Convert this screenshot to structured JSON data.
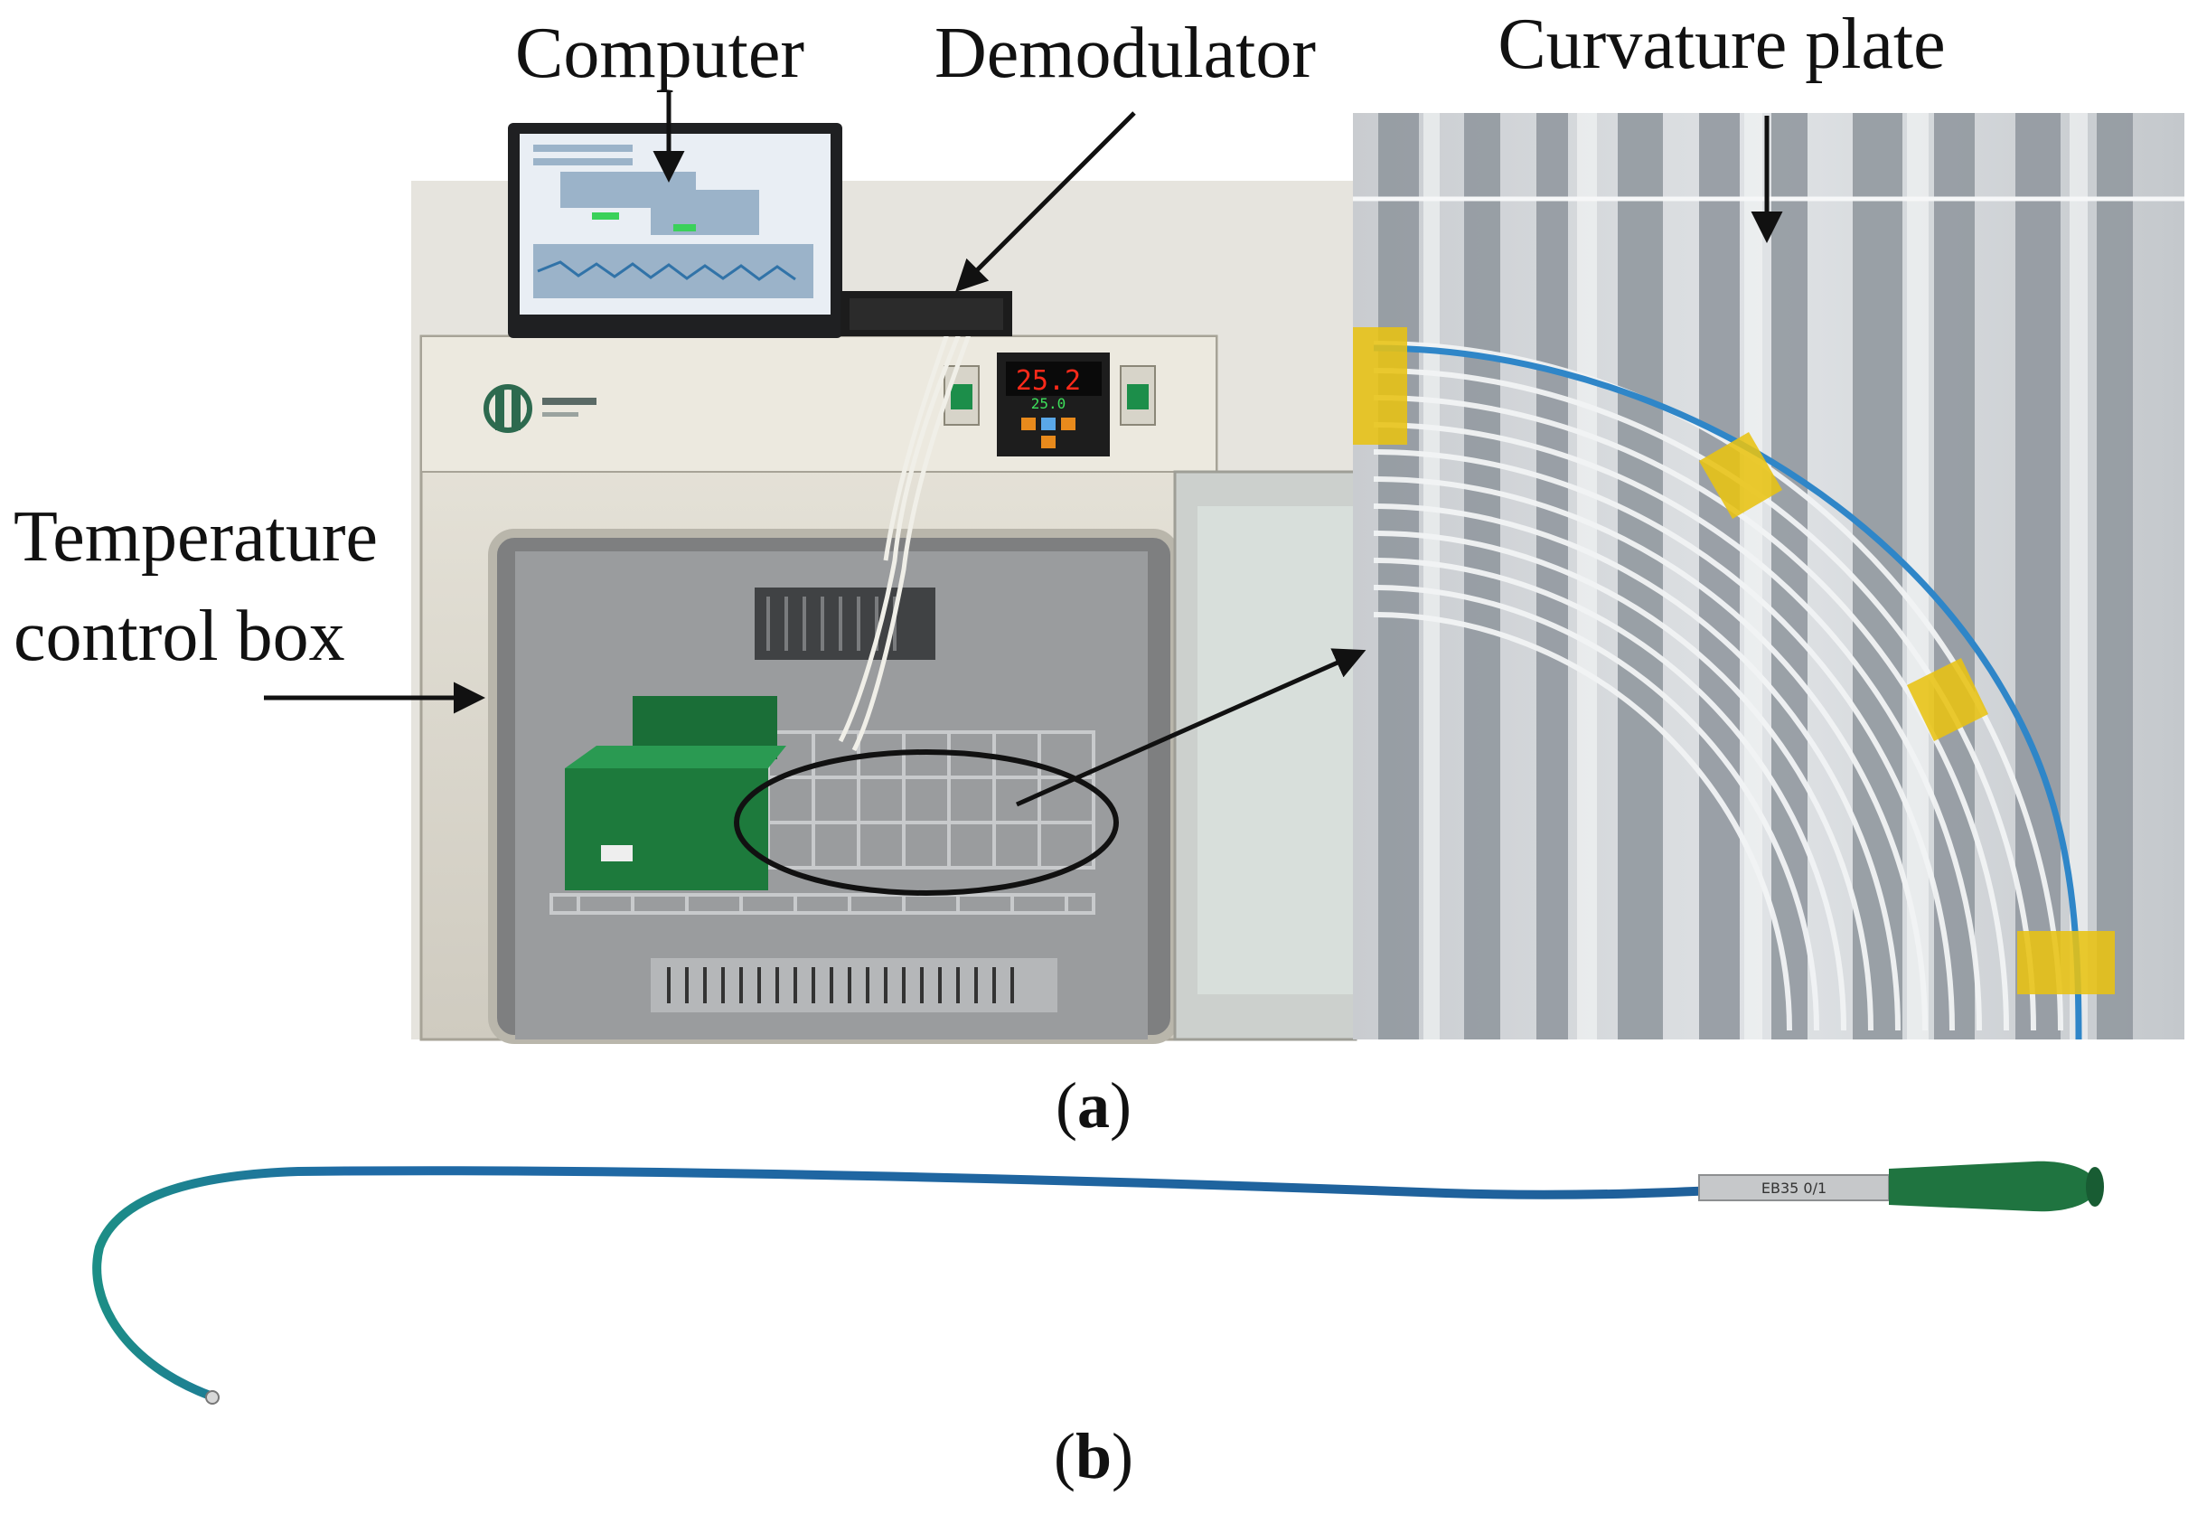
{
  "labels": {
    "computer": "Computer",
    "demodulator": "Demodulator",
    "curvature_plate": "Curvature plate",
    "temperature_line1": "Temperature",
    "temperature_line2": "control box"
  },
  "controller_display": {
    "main_value": "25.2",
    "sub_value": "25.0"
  },
  "catheter_band_text": "EB35 0/1",
  "panels": {
    "a": "a",
    "b": "b"
  },
  "colors": {
    "catheter_blue": "#2f86c8",
    "tape_yellow": "#e8c312",
    "tray_green": "#1d7a3c",
    "handle_green": "#1f7440",
    "display_red": "#ff2a1a"
  }
}
